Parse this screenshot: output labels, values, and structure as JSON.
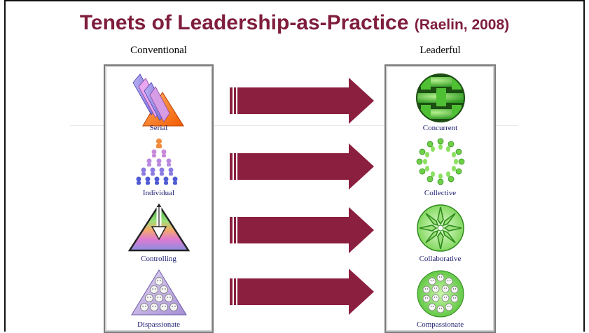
{
  "title": {
    "main": "Tenets of Leadership-as-Practice",
    "citation": "(Raelin, 2008)"
  },
  "columns": {
    "left_header": "Conventional",
    "right_header": "Leaderful"
  },
  "conventional": [
    {
      "label": "Serial",
      "icon": "serial-icon"
    },
    {
      "label": "Individual",
      "icon": "hierarchy-people-icon"
    },
    {
      "label": "Controlling",
      "icon": "control-pyramid-icon"
    },
    {
      "label": "Dispassionate",
      "icon": "faces-pyramid-icon"
    }
  ],
  "leaderful": [
    {
      "label": "Concurrent",
      "icon": "woven-circle-icon"
    },
    {
      "label": "Collective",
      "icon": "people-ring-icon"
    },
    {
      "label": "Collaborative",
      "icon": "inward-arrows-circle-icon"
    },
    {
      "label": "Compassionate",
      "icon": "faces-circle-icon"
    }
  ],
  "colors": {
    "title": "#7f1d3c",
    "arrow": "#8b1f3f",
    "label": "#1a1a6e",
    "green": "#5fc83a"
  }
}
